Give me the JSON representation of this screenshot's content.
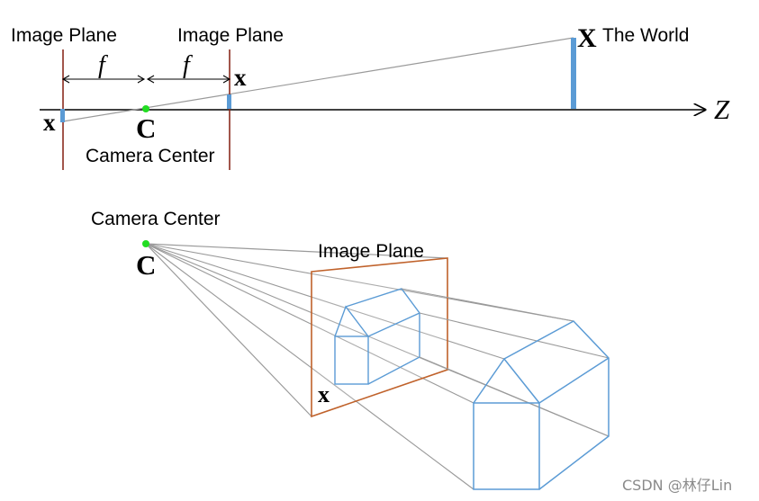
{
  "top": {
    "left_image_plane_label": "Image Plane",
    "right_image_plane_label": "Image Plane",
    "focal_left": "f",
    "focal_right": "f",
    "x_left": "x",
    "x_right": "x",
    "camera_symbol": "C",
    "camera_center_label": "Camera Center",
    "world_symbol": "X",
    "world_label": "The World",
    "axis_label": "Z"
  },
  "bottom": {
    "camera_center_label": "Camera Center",
    "camera_symbol": "C",
    "image_plane_label": "Image Plane",
    "image_point_label": "x"
  },
  "watermark": "CSDN @林仔Lin",
  "colors": {
    "projection_line": "#9a9a9a",
    "image_plane": "#8b2c1f",
    "image_plane_3d": "#c0622b",
    "world_bar": "#5b9bd5",
    "house_edge": "#5b9bd5",
    "camera_point": "#22dd22"
  }
}
